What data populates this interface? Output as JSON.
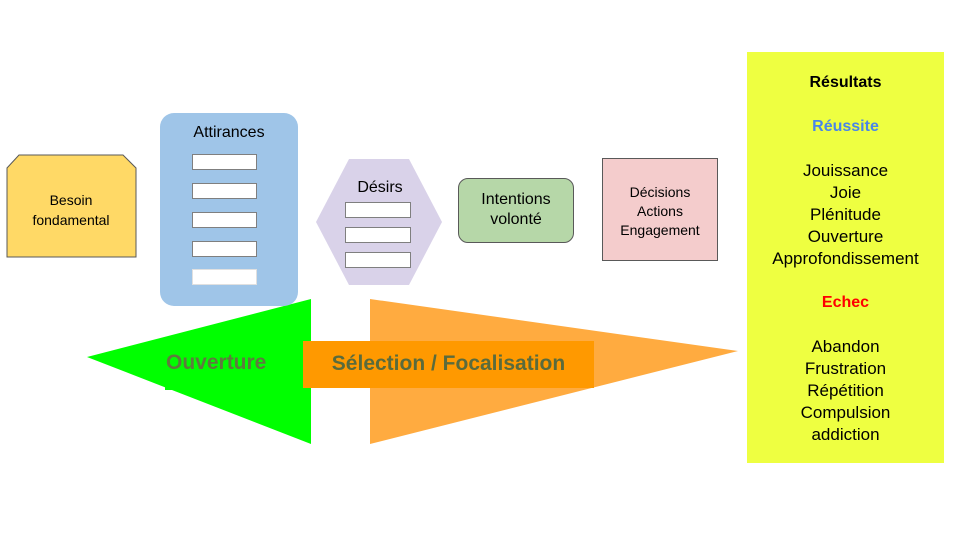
{
  "besoin": {
    "label_line1": "Besoin",
    "label_line2": "fondamental"
  },
  "attirances": {
    "title": "Attirances",
    "slot_count": 5
  },
  "desirs": {
    "title": "Désirs",
    "slot_count": 3
  },
  "intentions": {
    "line1": "Intentions",
    "line2": "volonté"
  },
  "decisions": {
    "line1": "Décisions",
    "line2": "Actions",
    "line3": "Engagement"
  },
  "resultats": {
    "title": "Résultats",
    "reussite_heading": "Réussite",
    "reussite_items": [
      "Jouissance",
      "Joie",
      "Plénitude",
      "Ouverture",
      "Approfondissement"
    ],
    "echec_heading": "Echec",
    "echec_items": [
      "Abandon",
      "Frustration",
      "Répétition",
      "Compulsion",
      "addiction"
    ]
  },
  "arrows": {
    "ouverture_label": "Ouverture",
    "selection_label": "Sélection / Focalisation"
  },
  "colors": {
    "besoin": "#ffd966",
    "attirances": "#9fc5e8",
    "desirs": "#d9d2e9",
    "intentions": "#b6d7a8",
    "decisions": "#f4cccc",
    "resultats": "#eeff41",
    "reussite": "#4a86e8",
    "echec": "#ff0000",
    "arrow_green": "#00ff00",
    "arrow_orange": "#ffab40"
  }
}
